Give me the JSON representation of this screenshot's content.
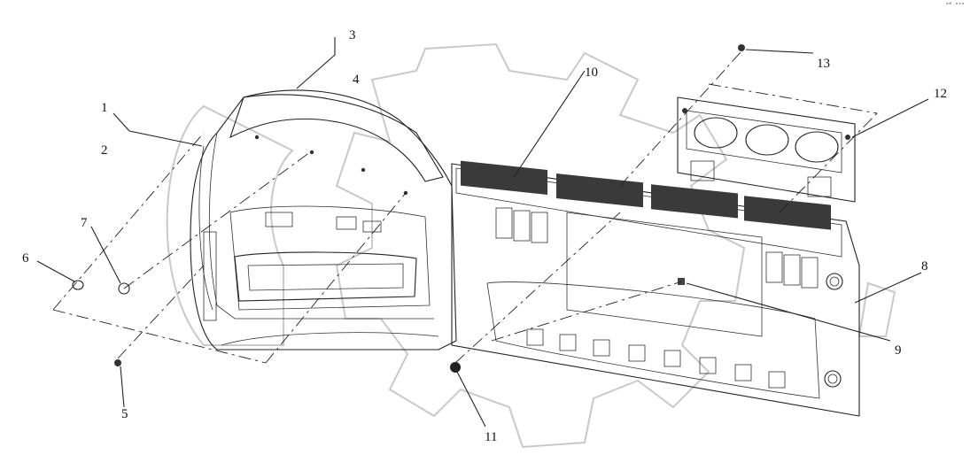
{
  "corner_mark": "ᵒᴹ ᵒᵒᵒ",
  "callouts": [
    {
      "label": "1"
    },
    {
      "label": "2"
    },
    {
      "label": "3"
    },
    {
      "label": "4"
    },
    {
      "label": "5"
    },
    {
      "label": "6"
    },
    {
      "label": "7"
    },
    {
      "label": "8"
    },
    {
      "label": "9"
    },
    {
      "label": "10"
    },
    {
      "label": "11"
    },
    {
      "label": "12"
    },
    {
      "label": "13"
    }
  ]
}
